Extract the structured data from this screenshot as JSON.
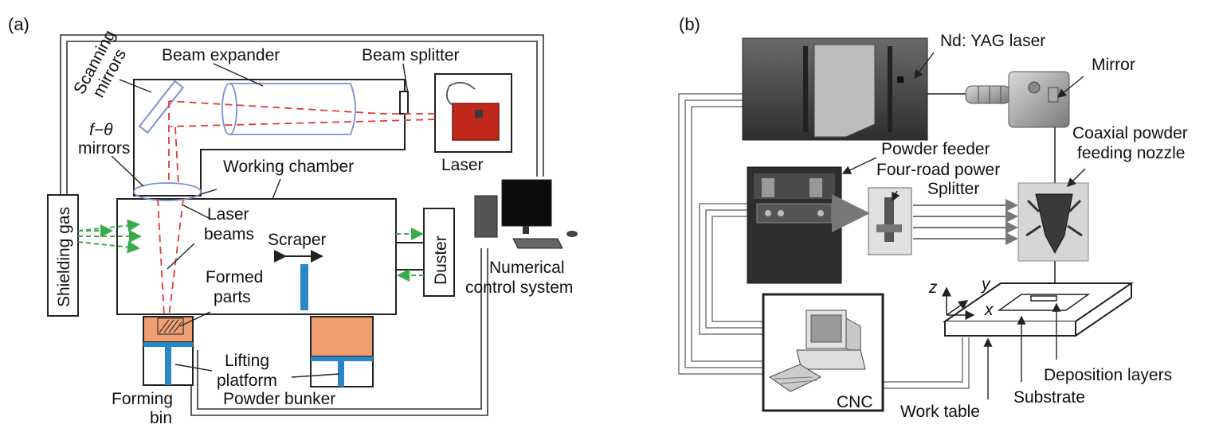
{
  "panel_a": {
    "tag": "(a)",
    "labels": {
      "beam_expander": "Beam expander",
      "beam_splitter": "Beam splitter",
      "scanning_mirrors_line1": "Scanning",
      "scanning_mirrors_line2": "mirrors",
      "ftheta_line1": "f−θ",
      "ftheta_line2": "mirrors",
      "laser": "Laser",
      "working_chamber": "Working chamber",
      "laser_beams_line1": "Laser",
      "laser_beams_line2": "beams",
      "scraper": "Scraper",
      "formed_parts_line1": "Formed",
      "formed_parts_line2": "parts",
      "shielding_gas": "Shielding gas",
      "duster": "Duster",
      "numerical_control_line1": "Numerical",
      "numerical_control_line2": "control system",
      "lifting_platform_line1": "Lifting",
      "lifting_platform_line2": "platform",
      "forming_bin_line1": "Forming",
      "forming_bin_line2": "bin",
      "powder_bunker": "Powder bunker"
    }
  },
  "panel_b": {
    "tag": "(b)",
    "labels": {
      "nd_yag_laser": "Nd: YAG laser",
      "mirror": "Mirror",
      "coaxial_line1": "Coaxial powder",
      "coaxial_line2": "feeding nozzle",
      "powder_feeder": "Powder feeder",
      "four_road_line1": "Four-road power",
      "four_road_line2": "Splitter",
      "axis_z": "z",
      "axis_y": "y",
      "axis_x": "x",
      "cnc": "CNC",
      "work_table": "Work table",
      "substrate": "Substrate",
      "deposition_layers": "Deposition layers"
    }
  },
  "colors": {
    "laser_beam": "#e23a3a",
    "optics": "#7d8fd6",
    "gas_flow": "#3aaa4a",
    "powder": "#f0a070",
    "blue_parts": "#2a86c6",
    "laser_body": "#c0281c"
  }
}
